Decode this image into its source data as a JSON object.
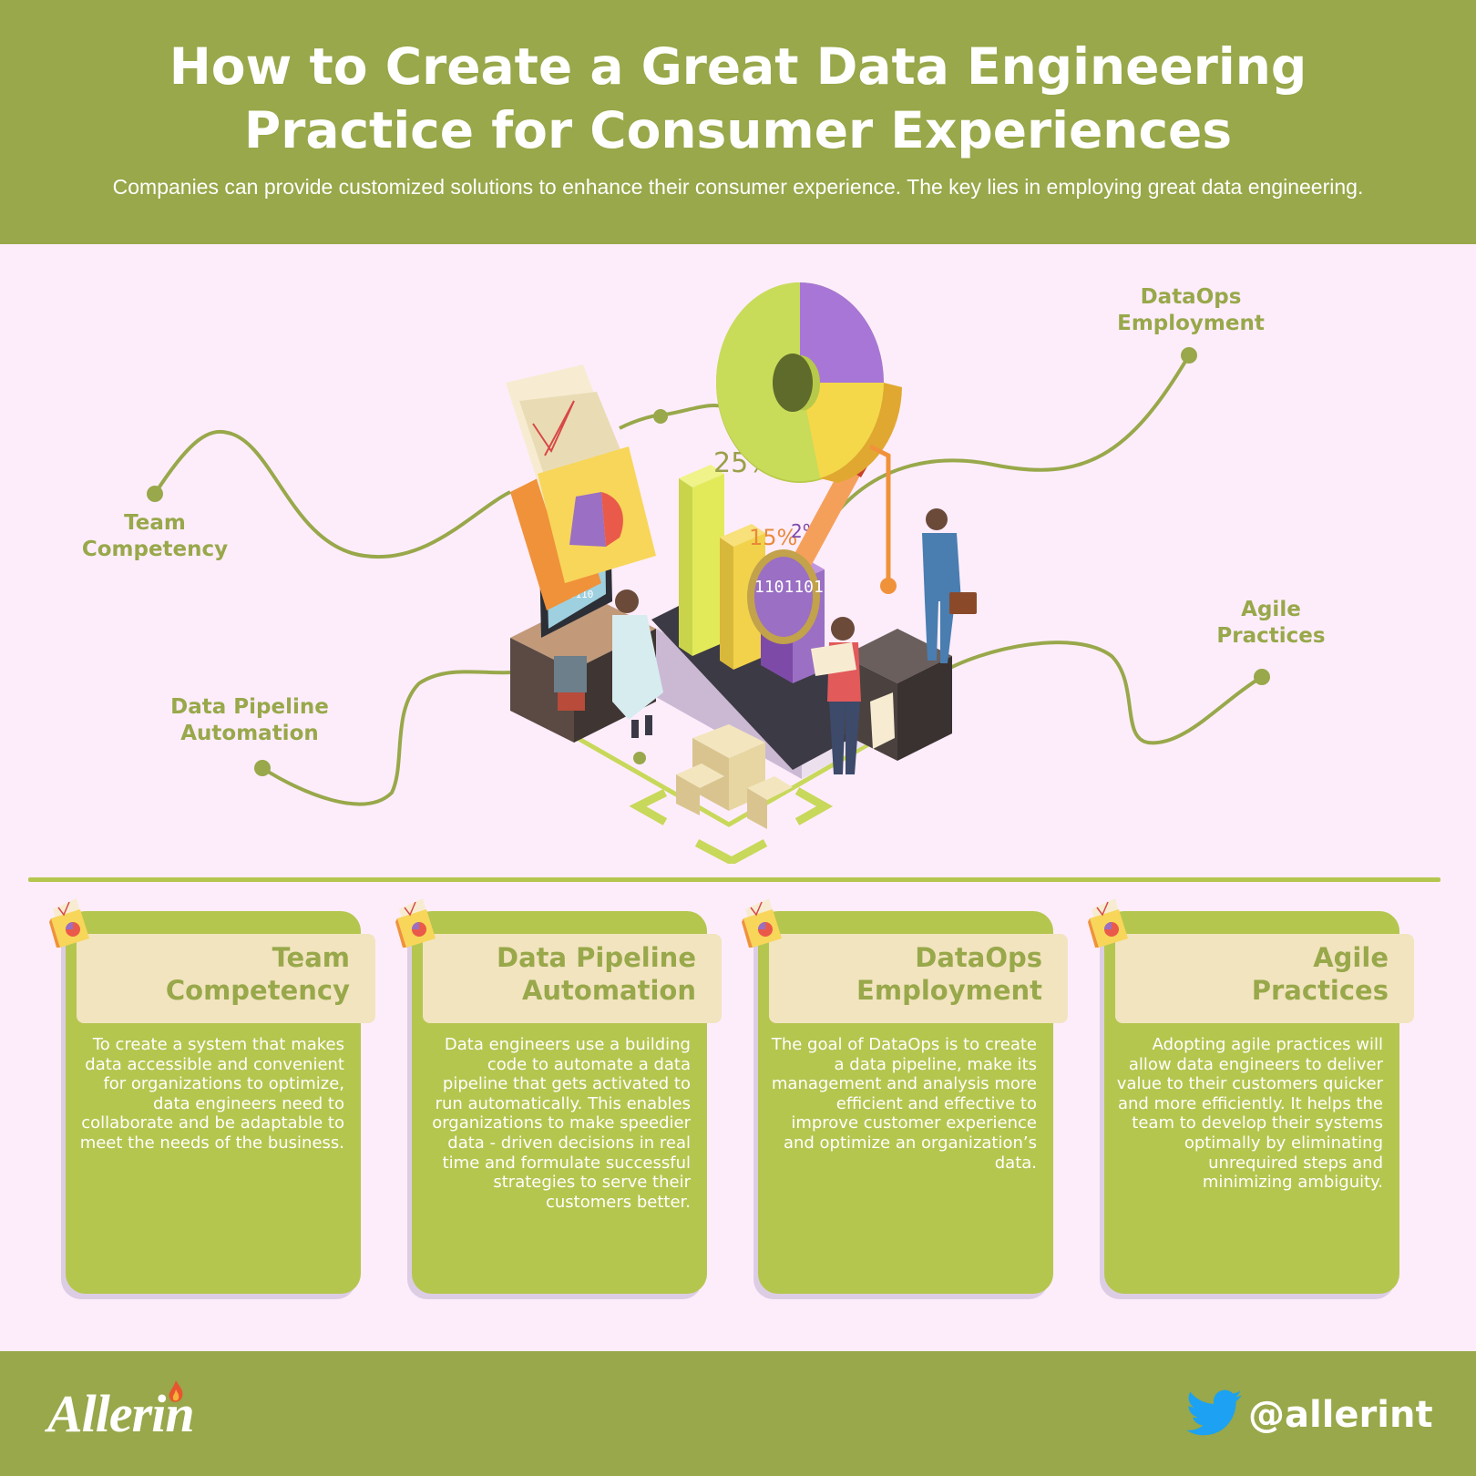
{
  "header": {
    "title_line1": "How to Create a Great Data Engineering",
    "title_line2": "Practice for Consumer Experiences",
    "subtitle": "Companies can provide customized solutions to enhance their consumer experience. The key lies in employing great data engineering."
  },
  "scene": {
    "labels": {
      "team": [
        "Team",
        "Competency"
      ],
      "pipeline": [
        "Data Pipeline",
        "Automation"
      ],
      "dataops": [
        "DataOps",
        "Employment"
      ],
      "agile": [
        "Agile",
        "Practices"
      ]
    },
    "chart_text": {
      "pct_25": "25%",
      "pct_15": "15%",
      "pct_2": "2%",
      "binary": "1101101"
    }
  },
  "cards": [
    {
      "title": [
        "Team",
        "Competency"
      ],
      "text": "To create a system that makes data accessible and convenient for organizations to optimize, data engineers need to collaborate and be adaptable to meet the needs of the business."
    },
    {
      "title": [
        "Data Pipeline",
        "Automation"
      ],
      "text": "Data engineers use a building code to automate a data pipeline that gets activated to run automatically. This enables organizations to make speedier data - driven decisions in real time and formulate successful strategies to serve their customers better."
    },
    {
      "title": [
        "DataOps",
        "Employment"
      ],
      "text": "The goal of DataOps is to create a data pipeline, make its management and analysis more efficient and effective to improve customer experience and optimize an organization’s data."
    },
    {
      "title": [
        "Agile",
        "Practices"
      ],
      "text": "Adopting agile practices will allow data engineers to deliver value to their customers quicker and more efficiently. It helps the team to develop their systems optimally by eliminating unrequired steps and minimizing ambiguity."
    }
  ],
  "footer": {
    "brand": "Allerin",
    "handle": "@allerint"
  },
  "colors": {
    "olive": "#98a84a",
    "lime": "#b5c64f",
    "cream": "#f2e4bf",
    "background": "#fdedfb",
    "purple": "#9a6fc4",
    "yellow": "#f5d84a",
    "twitter": "#1da1f2"
  }
}
